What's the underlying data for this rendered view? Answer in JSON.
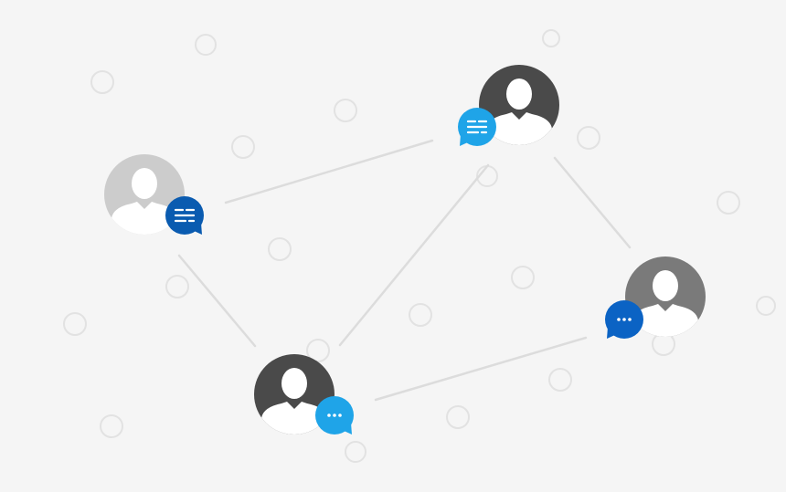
{
  "colors": {
    "background": "#f5f5f5",
    "connector": "#dcdcdc",
    "decor_ring": "#e2e2e2",
    "avatar_light": "#cccccc",
    "avatar_mid": "#7a7a7a",
    "avatar_dark": "#4a4a4a",
    "person_silhouette": "#ffffff",
    "bubble_dark_blue": "#0a5bb0",
    "bubble_light_blue": "#1fa4e8",
    "bubble_blue": "#0b63c4"
  },
  "nodes": [
    {
      "id": "left",
      "avatar": "avatar_light",
      "bubble": {
        "icon": "lines-icon",
        "color": "bubble_dark_blue"
      }
    },
    {
      "id": "top",
      "avatar": "avatar_dark",
      "bubble": {
        "icon": "lines-icon",
        "color": "bubble_light_blue"
      }
    },
    {
      "id": "right",
      "avatar": "avatar_mid",
      "bubble": {
        "icon": "dots-icon",
        "color": "bubble_blue"
      }
    },
    {
      "id": "bottom",
      "avatar": "avatar_dark",
      "bubble": {
        "icon": "dots-icon",
        "color": "bubble_light_blue"
      }
    }
  ],
  "connections": [
    {
      "from": "left",
      "to": "top"
    },
    {
      "from": "left",
      "to": "bottom"
    },
    {
      "from": "top",
      "to": "bottom"
    },
    {
      "from": "top",
      "to": "right"
    },
    {
      "from": "bottom",
      "to": "right"
    }
  ]
}
